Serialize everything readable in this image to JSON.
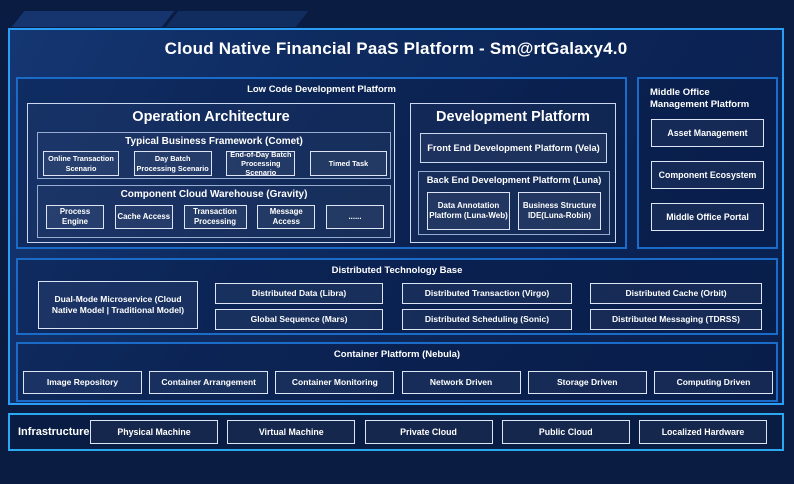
{
  "title": "Cloud Native Financial PaaS Platform - Sm@rtGalaxy4.0",
  "low_code": {
    "label": "Low Code Development Platform",
    "operation": {
      "title": "Operation Architecture",
      "comet": {
        "title": "Typical Business Framework (Comet)",
        "items": [
          "Online Transaction Scenario",
          "Day Batch Processing Scenario",
          "End-of-Day Batch Processing Scenario",
          "Timed Task"
        ]
      },
      "gravity": {
        "title": "Component Cloud Warehouse (Gravity)",
        "items": [
          "Process Engine",
          "Cache Access",
          "Transaction Processing",
          "Message Access",
          "......"
        ]
      }
    },
    "development": {
      "title": "Development Platform",
      "front_end": "Front End Development Platform (Vela)",
      "back_end": {
        "title": "Back End Development Platform (Luna)",
        "items": [
          "Data Annotation Platform (Luna-Web)",
          "Business Structure IDE(Luna-Robin)"
        ]
      }
    }
  },
  "middle_office": {
    "title": "Middle Office Management Platform",
    "items": [
      "Asset Management",
      "Component Ecosystem",
      "Middle Office Portal"
    ]
  },
  "distributed": {
    "title": "Distributed Technology Base",
    "dual_mode": "Dual-Mode Microservice (Cloud Native Model | Traditional Model)",
    "columns": [
      [
        "Distributed Data (Libra)",
        "Global Sequence (Mars)"
      ],
      [
        "Distributed Transaction (Virgo)",
        "Distributed Scheduling (Sonic)"
      ],
      [
        "Distributed Cache (Orbit)",
        "Distributed Messaging (TDRSS)"
      ]
    ]
  },
  "container_platform": {
    "title": "Container Platform (Nebula)",
    "items": [
      "Image Repository",
      "Container Arrangement",
      "Container Monitoring",
      "Network Driven",
      "Storage Driven",
      "Computing Driven"
    ]
  },
  "infrastructure": {
    "label": "Infrastructure",
    "items": [
      "Physical Machine",
      "Virtual Machine",
      "Private Cloud",
      "Public Cloud",
      "Localized Hardware"
    ]
  },
  "colors": {
    "page_bg": "#0a1c42",
    "main_border": "#2a9df4",
    "section_border": "#1a6cc8",
    "leaf_border": "#dde5f4",
    "text": "#ffffff"
  }
}
